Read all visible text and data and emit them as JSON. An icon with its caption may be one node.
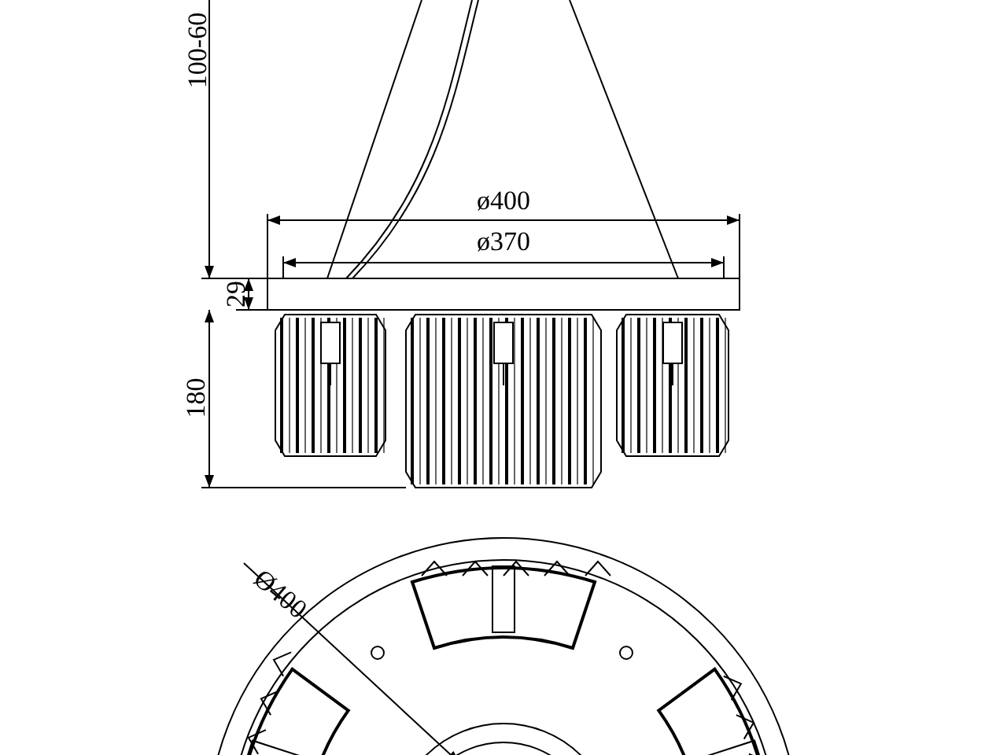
{
  "diagram": {
    "labels": [
      "100-60",
      "ø400",
      "ø370",
      "29",
      "180",
      "Ø400"
    ]
  }
}
